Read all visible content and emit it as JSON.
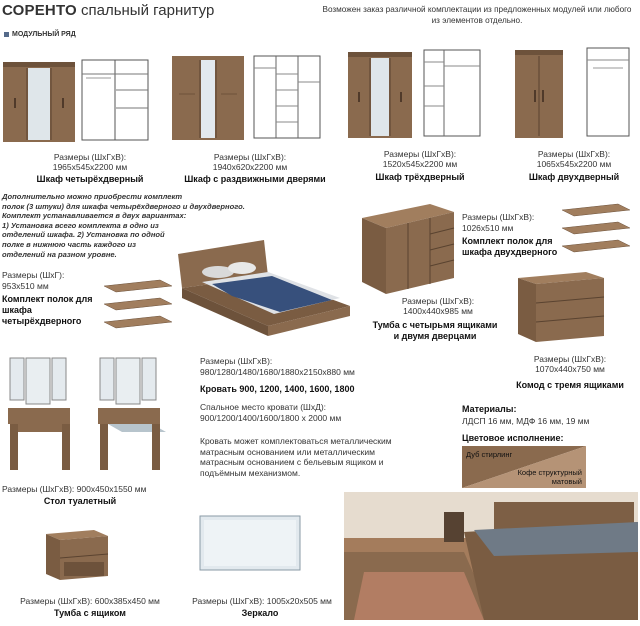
{
  "header": {
    "brand": "СОРЕНТО",
    "title_rest": " спальный гарнитур",
    "section": "МОДУЛЬНЫЙ РЯД",
    "intro": "Возможен заказ различной комплектации из предложенных модулей или любого из элементов отдельно."
  },
  "wardrobes": [
    {
      "dims": "Размеры (ШхГхВ):",
      "dims2": "1965х545х2200 мм",
      "name": "Шкаф четырёхдверный"
    },
    {
      "dims": "Размеры (ШхГхВ):",
      "dims2": "1940х620х2200 мм",
      "name": "Шкаф с раздвижными дверями"
    },
    {
      "dims": "Размеры (ШхГхВ):",
      "dims2": "1520х545х2200 мм",
      "name": "Шкаф трёхдверный"
    },
    {
      "dims": "Размеры (ШхГхВ):",
      "dims2": "1065х545х2200 мм",
      "name": "Шкаф двухдверный"
    }
  ],
  "shelf_note": {
    "l1": "Дополнительно можно приобрести комплект",
    "l2": "полок (3 штуки) для шкафа четырёхдверного и двухдверного.",
    "l3": "Комплект устанавливается в двух вариантах:",
    "l4": "1) Установка всего комплекта в одно из",
    "l5": "отделений шкафа. 2) Установка по одной",
    "l6": "полке в нижнюю часть каждого из",
    "l7": "отделений на разном уровне."
  },
  "shelf4": {
    "dims": "Размеры (ШхГ):",
    "dims2": "953х510 мм",
    "n1": "Комплект полок для",
    "n2": "шкафа",
    "n3": "четырёхдверного"
  },
  "shelf2": {
    "dims": "Размеры (ШхГхВ):",
    "dims2": "1026х510 мм",
    "n1": "Комплект полок для",
    "n2": "шкафа двухдверного"
  },
  "chest": {
    "dims": "Размеры (ШхГхВ):",
    "dims2": "1400х440х985 мм",
    "n1": "Тумба с четырьмя ящиками",
    "n2": "и двумя дверцами"
  },
  "dresser": {
    "dims": "Размеры (ШхГхВ):",
    "dims2": "1070х440х750 мм",
    "name": "Комод с тремя ящиками"
  },
  "bed": {
    "dims": "Размеры (ШхГхВ):",
    "dims2": "980/1280/1480/1680/1880х2150х880 мм",
    "name": "Кровать 900, 1200, 1400, 1600, 1800",
    "sleep": "Спальное место кровати (ШхД):",
    "sleep2": "900/1200/1400/1600/1800 х 2000 мм",
    "desc1": "Кровать может комплектоваться металлическим",
    "desc2": "матрасным основанием или металлическим",
    "desc3": "матрасным основанием с бельевым ящиком и",
    "desc4": "подъёмным механизмом."
  },
  "materials": {
    "title": "Материалы:",
    "text": "ЛДСП 16 мм, МДФ 16 мм, 19 мм",
    "colors_title": "Цветовое исполнение:",
    "c1": "Дуб стирлинг",
    "c2a": "Кофе структурный",
    "c2b": "матовый"
  },
  "vanity": {
    "dims": "Размеры (ШхГхВ): 900х450х1550 мм",
    "name": "Стол туалетный"
  },
  "nightstand": {
    "dims": "Размеры (ШхГхВ): 600х385х450 мм",
    "name": "Тумба с ящиком"
  },
  "mirror": {
    "dims": "Размеры (ШхГхВ): 1005х20х505 мм",
    "name": "Зеркало"
  },
  "colors": {
    "wood": "#8a6a4e",
    "wood_dark": "#6d523b",
    "wood_light": "#b08d6c",
    "coffee": "#a8876a",
    "accent": "#556a8a"
  }
}
